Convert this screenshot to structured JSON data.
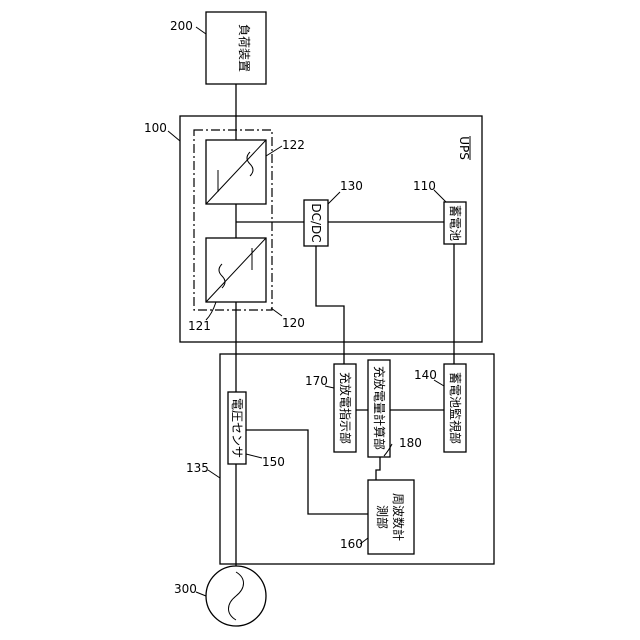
{
  "blocks": {
    "load_device": "負荷装置",
    "ups_label": "UPS",
    "dcdc": "DC/DC",
    "battery": "蓄電池",
    "charge_indicator": "充放電指示部",
    "charge_calculator": "充放電量計算部",
    "battery_monitor": "蓄電池監視部",
    "voltage_sensor": "電圧センサ",
    "frequency_meter_line1": "周波数計",
    "frequency_meter_line2": "測部"
  },
  "refs": {
    "load_device": "200",
    "ups": "100",
    "inverter_group": "120",
    "converter_ac_dc": "121",
    "converter_dc_ac": "122",
    "dcdc": "130",
    "battery": "110",
    "monitor_unit": "135",
    "voltage_sensor": "150",
    "frequency_meter": "160",
    "charge_indicator": "170",
    "charge_calculator": "180",
    "battery_monitor": "140",
    "ac_source": "300"
  }
}
